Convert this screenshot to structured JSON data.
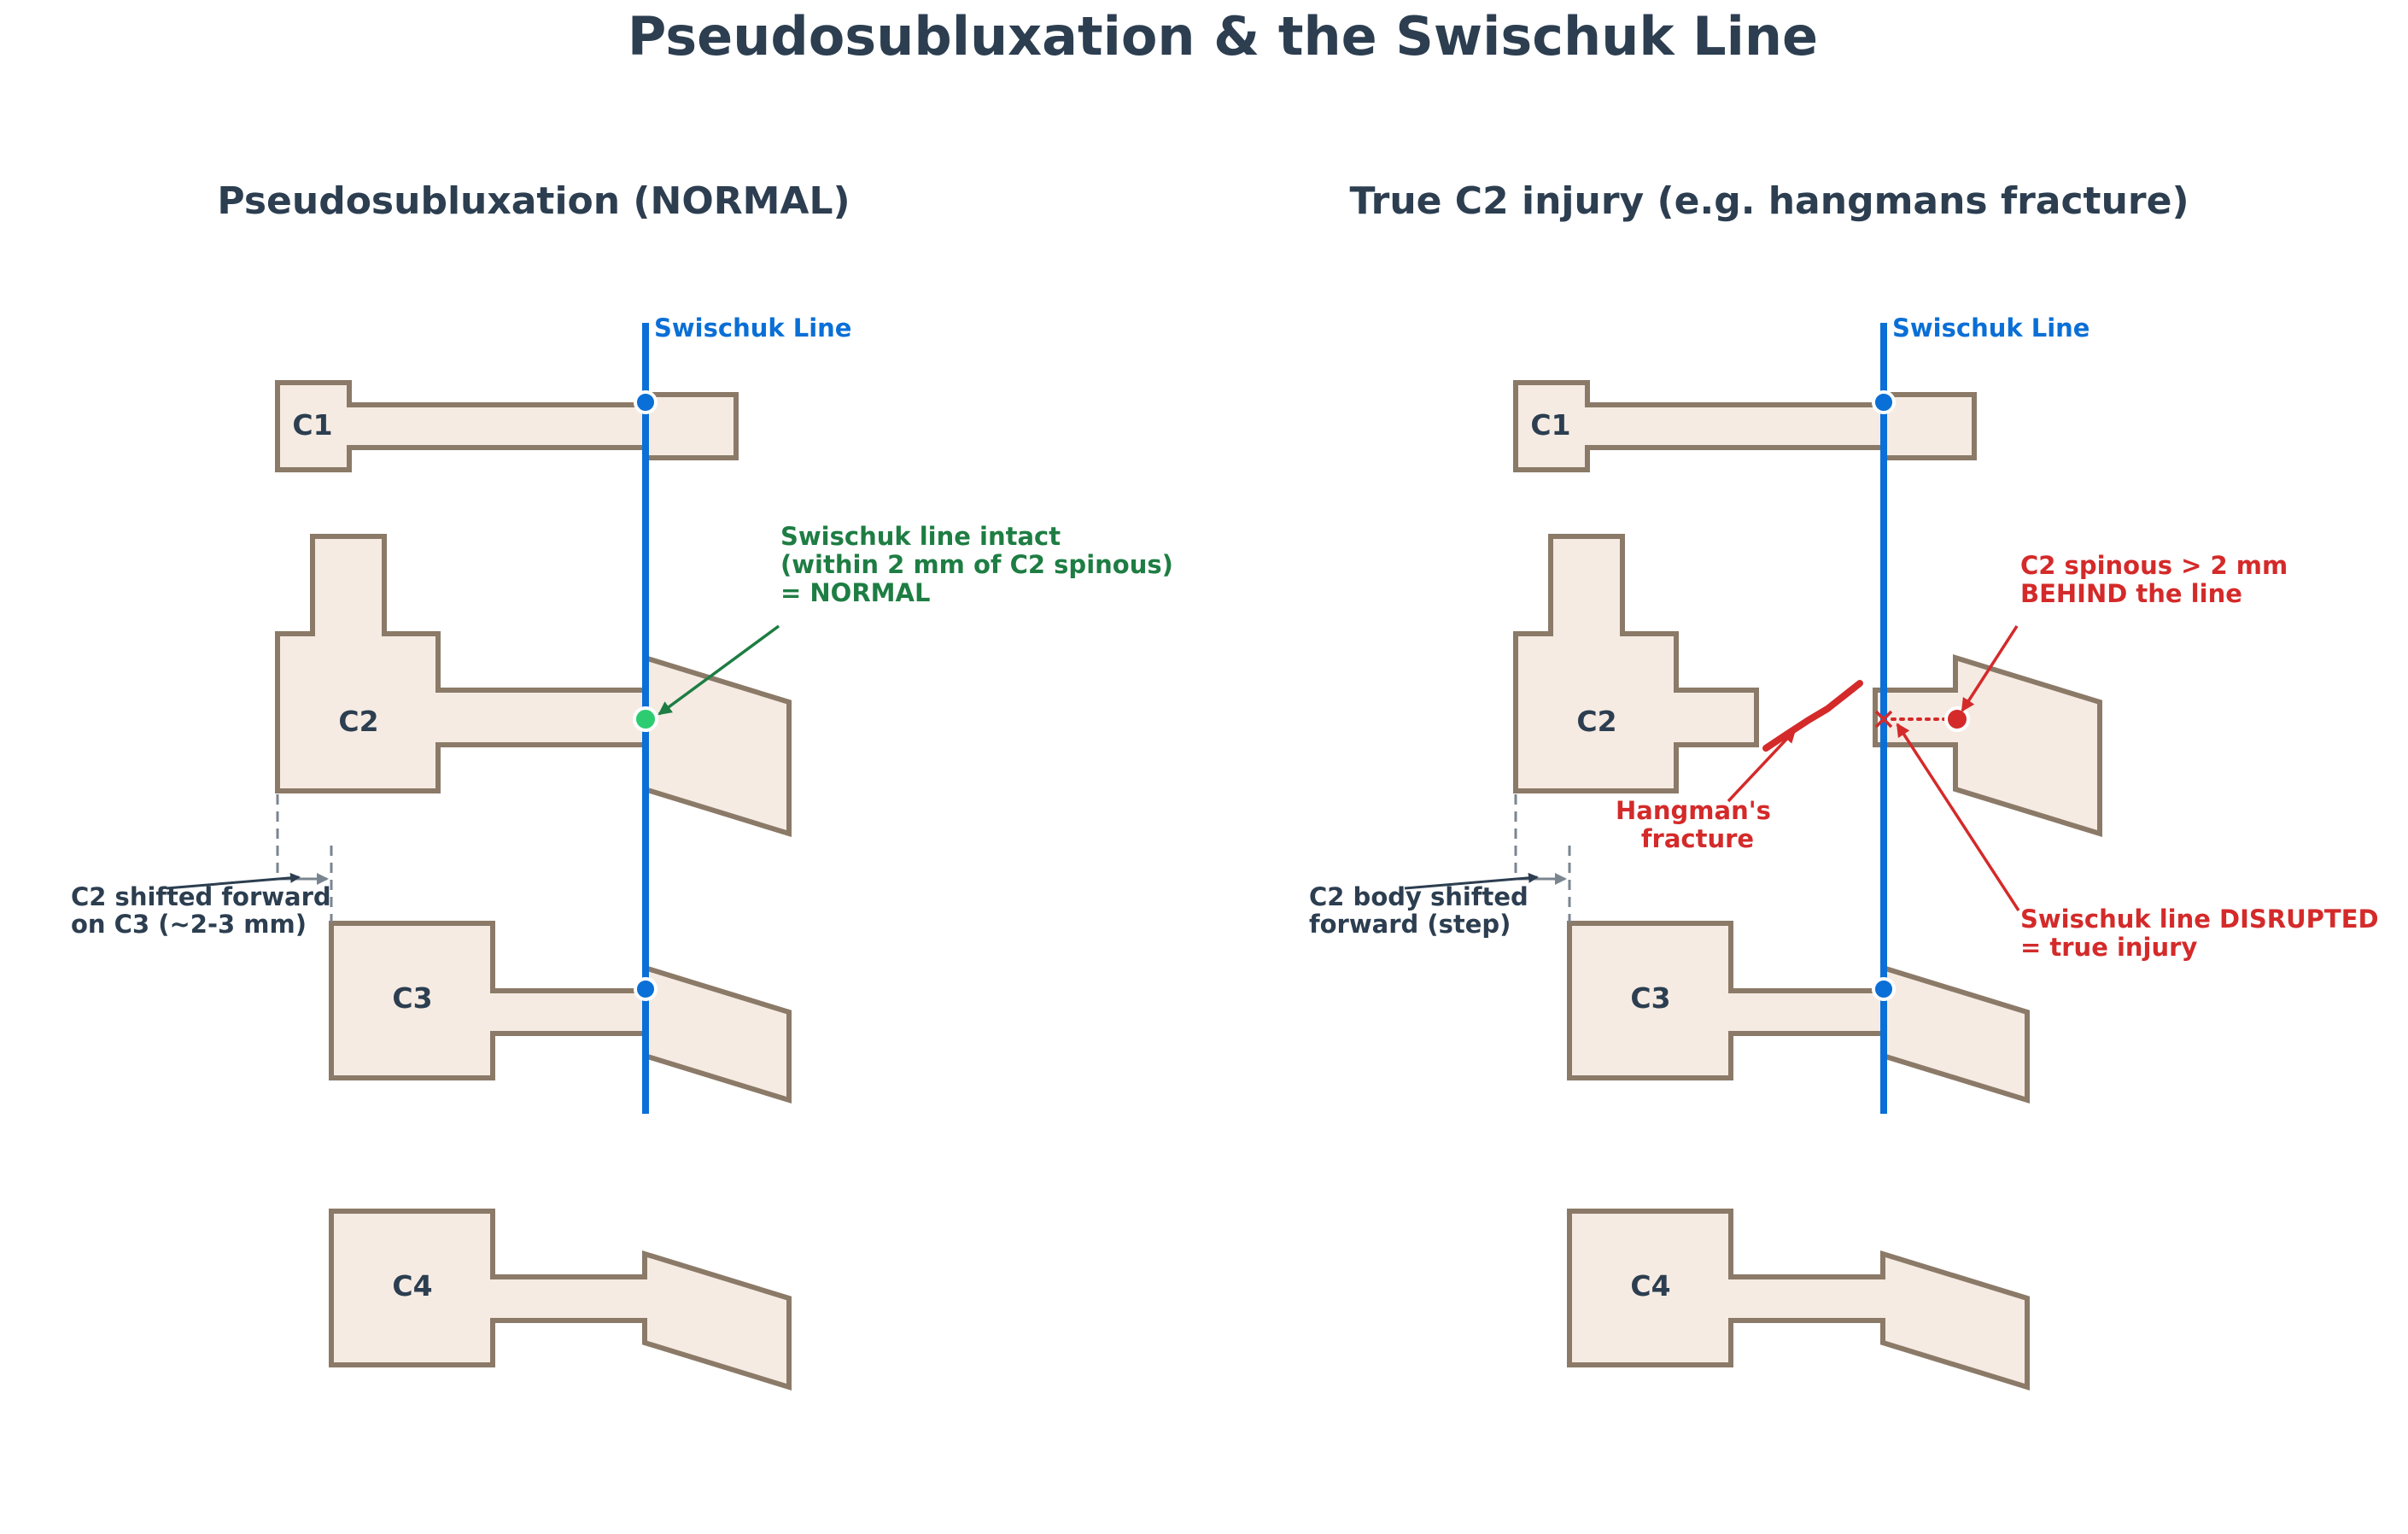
{
  "title": "Pseudosubluxation & the Swischuk Line",
  "left_panel": {
    "title": "Pseudosubluxation (NORMAL)",
    "line_label": "Swischuk Line",
    "vertebrae": [
      "C1",
      "C2",
      "C3",
      "C4"
    ],
    "shift_note": [
      "C2 shifted forward",
      "on C3 (~2-3 mm)"
    ],
    "intact_note": [
      "Swischuk line intact",
      "(within 2 mm of C2 spinous)",
      "= NORMAL"
    ]
  },
  "right_panel": {
    "title": "True C2 injury (e.g. hangmans fracture)",
    "line_label": "Swischuk Line",
    "vertebrae": [
      "C1",
      "C2",
      "C3",
      "C4"
    ],
    "shift_note": [
      "C2 body shifted",
      "forward (step)"
    ],
    "spinous_note": [
      "C2 spinous > 2 mm",
      "BEHIND the line"
    ],
    "fracture_note": [
      "Hangman's",
      "fracture"
    ],
    "disrupted_note": [
      "Swischuk line DISRUPTED",
      "= true injury"
    ]
  },
  "colors": {
    "swischuk_line": "#0a6fd6",
    "normal": "#1e7d43",
    "normal_dot": "#2ecc71",
    "injury": "#d42a2a",
    "bone_fill": "#f5ebe3",
    "bone_stroke": "#8b7a68",
    "text": "#2c3e50"
  }
}
